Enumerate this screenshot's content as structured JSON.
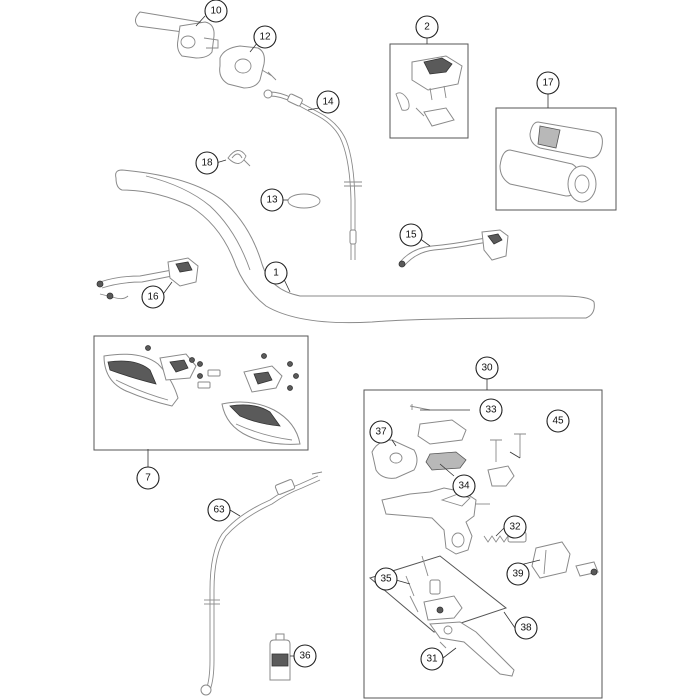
{
  "callouts": {
    "c10": "10",
    "c12": "12",
    "c2": "2",
    "c17": "17",
    "c14": "14",
    "c18": "18",
    "c13": "13",
    "c15": "15",
    "c1": "1",
    "c16": "16",
    "c7": "7",
    "c30": "30",
    "c33": "33",
    "c45": "45",
    "c37": "37",
    "c34": "34",
    "c63": "63",
    "c32": "32",
    "c39": "39",
    "c35": "35",
    "c38": "38",
    "c31": "31",
    "c36": "36"
  },
  "colors": {
    "line": "#8a8a8a",
    "callout_stroke": "#222222",
    "dark_part": "#5a5a5a"
  }
}
